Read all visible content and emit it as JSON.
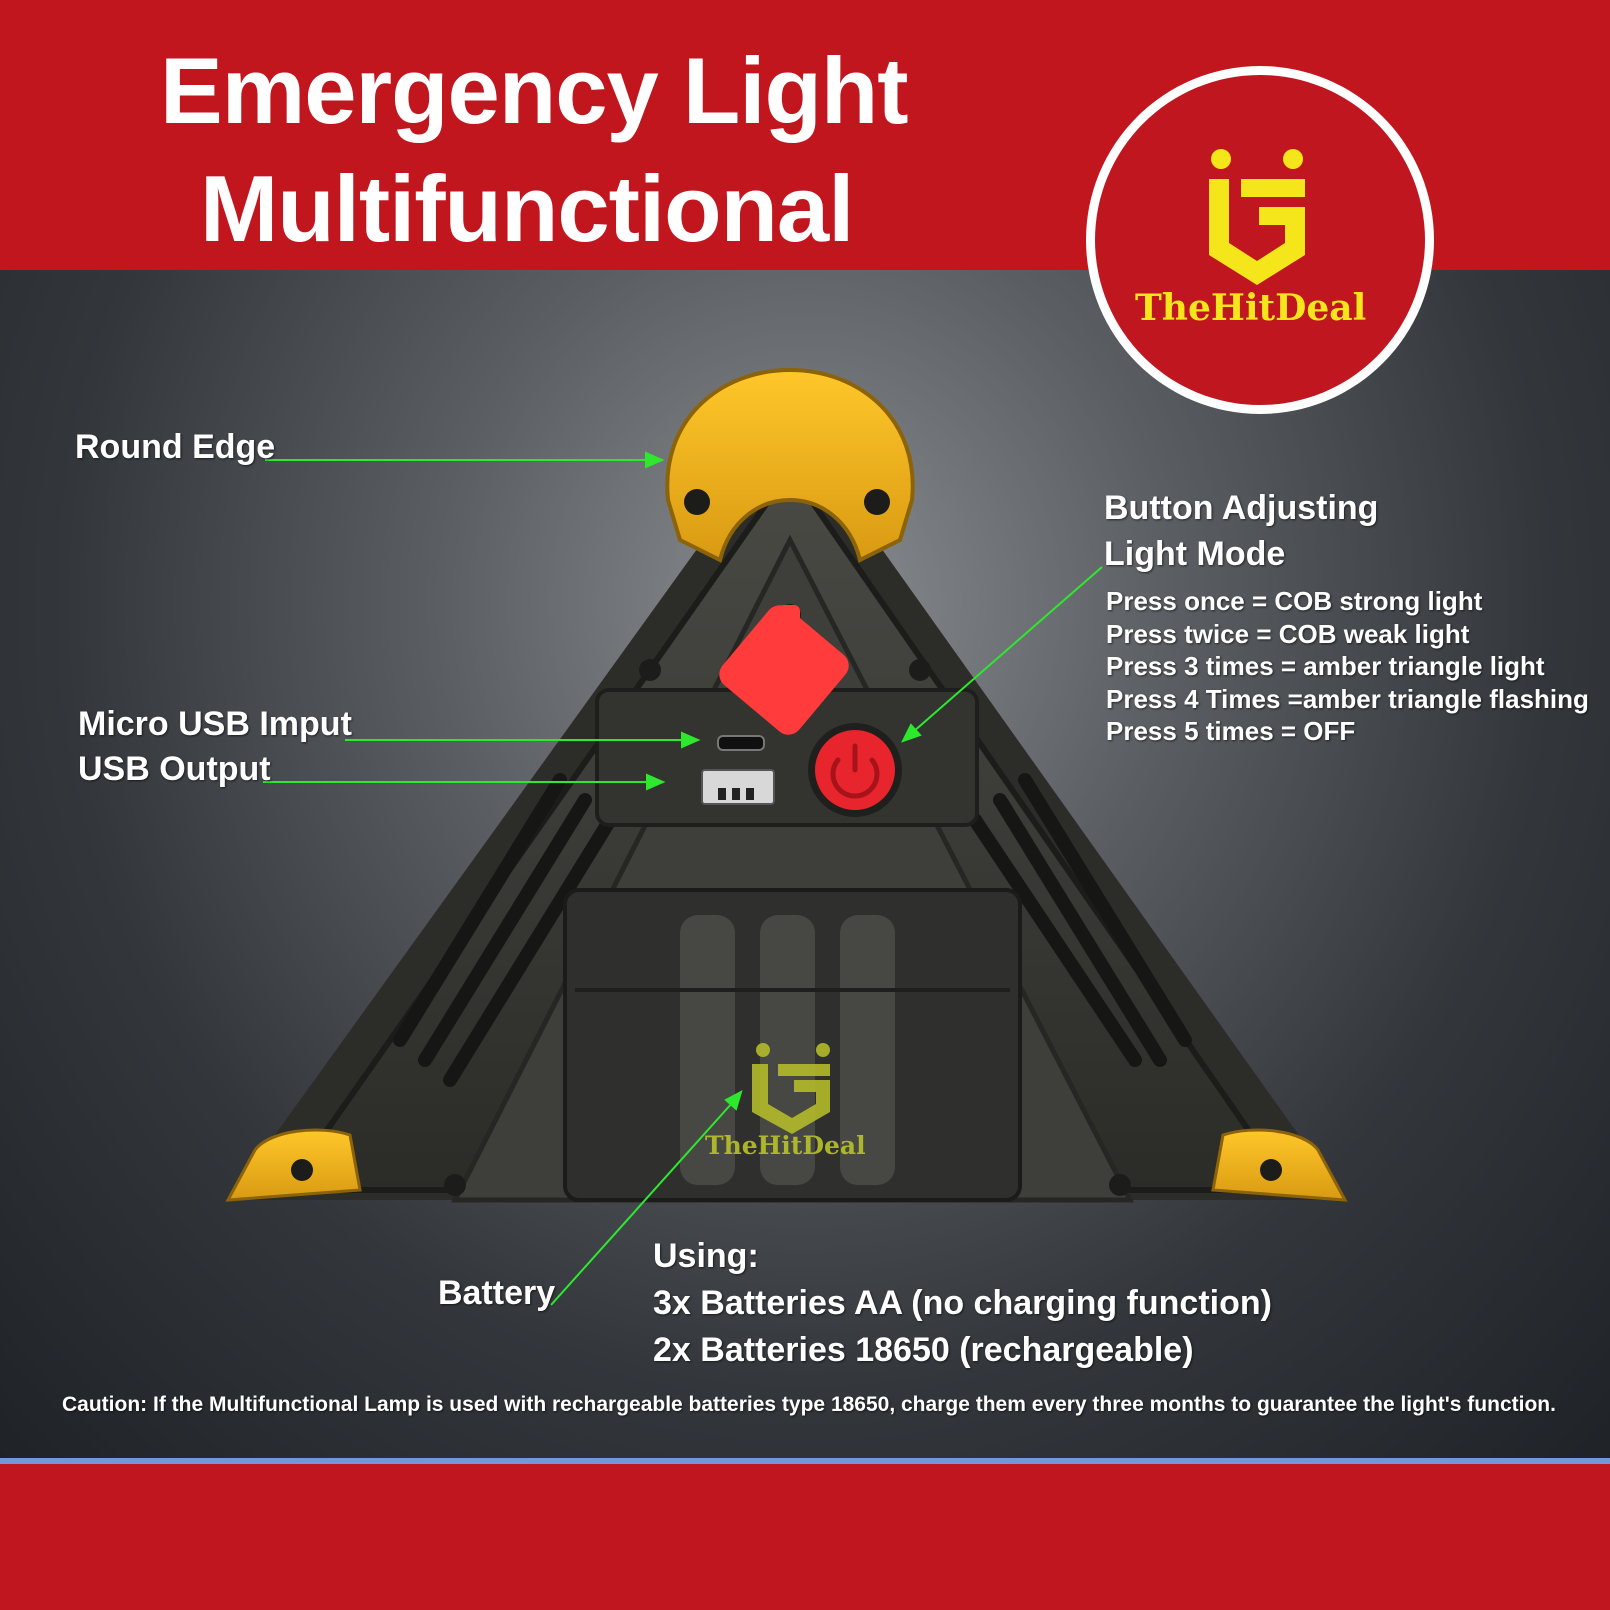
{
  "header": {
    "title_line1": "Emergency Light",
    "title_line2": "Multifunctional"
  },
  "brand": {
    "name": "TheHitDeal",
    "logo_icon": "hit-deal-logo-icon",
    "badge_color": "#c0161f",
    "logo_color": "#f5e51b"
  },
  "callouts": {
    "round_edge": "Round Edge",
    "micro_usb": "Micro USB Imput",
    "usb_output": "USB Output",
    "button_title_line1": "Button Adjusting",
    "button_title_line2": "Light Mode",
    "battery": "Battery"
  },
  "press_modes": [
    "Press once = COB strong light",
    "Press twice = COB weak light",
    "Press 3 times = amber triangle light",
    "Press 4 Times =amber triangle flashing",
    "Press 5 times = OFF"
  ],
  "using": {
    "heading": "Using:",
    "line1": "3x Batteries AA (no charging function)",
    "line2": "2x Batteries 18650 (rechargeable)"
  },
  "caution": "Caution: If the Multifunctional Lamp is used with rechargeable batteries type 18650, charge them every three months to guarantee the light's function.",
  "colors": {
    "red_band": "#c2161f",
    "arrow_green": "#2ee82e",
    "amber": "#f3b41b",
    "power_button": "#e8252d"
  }
}
